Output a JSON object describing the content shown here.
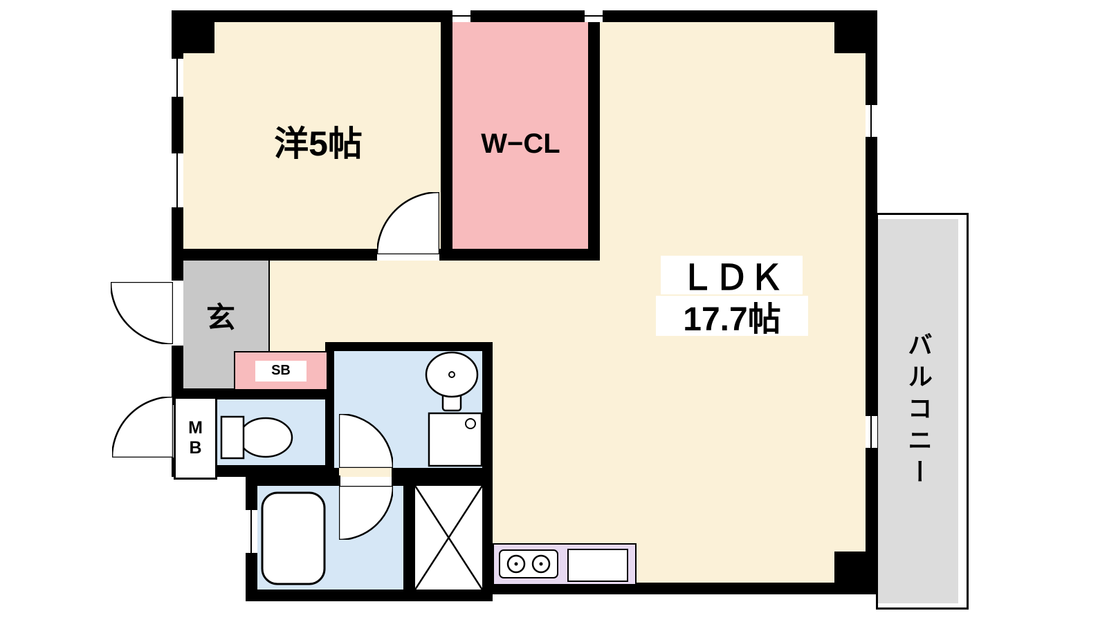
{
  "plan": {
    "rooms": {
      "western": {
        "label": "洋5帖"
      },
      "wcl": {
        "label": "W−CL"
      },
      "ldk": {
        "label": "ＬＤＫ",
        "size": "17.7帖"
      },
      "genkan": {
        "label": "玄"
      },
      "sb": {
        "label": "SB"
      },
      "mb": {
        "top": "M",
        "bottom": "B"
      },
      "balcony": {
        "label": "バルコニー"
      }
    },
    "colors": {
      "room_cream": "#FBF1D8",
      "closet_pink": "#F8BBBD",
      "entry_gray": "#C8C8C8",
      "water_blue": "#D6E7F6",
      "kitchen_purple": "#E7D9F1",
      "balcony_gray": "#DCDCDC",
      "wall_black": "#000000"
    }
  }
}
